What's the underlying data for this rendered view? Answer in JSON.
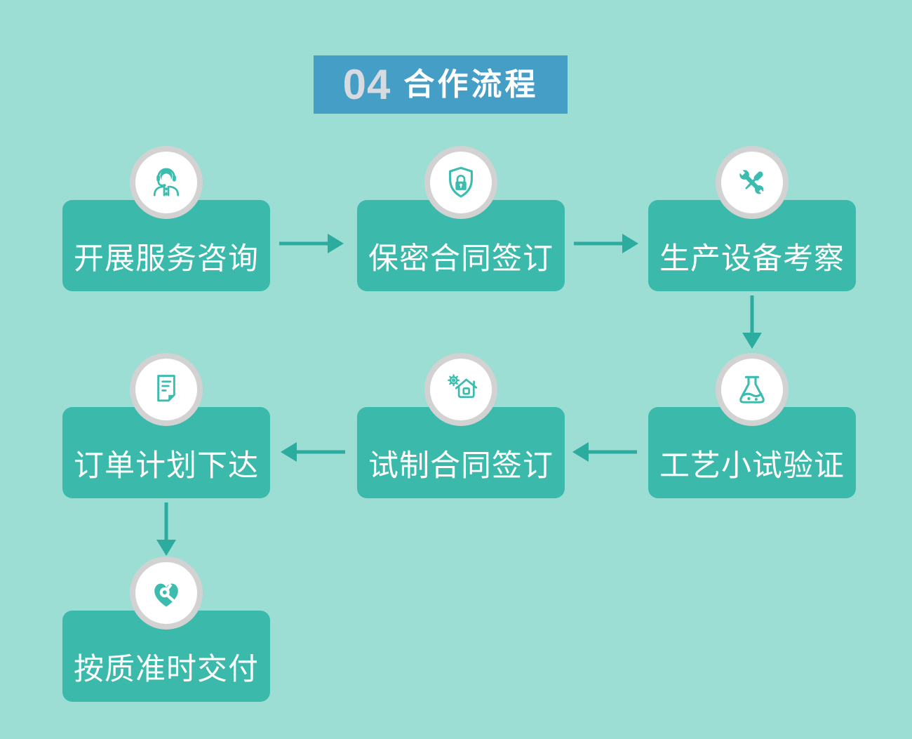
{
  "header": {
    "number": "04",
    "title": "合作流程"
  },
  "steps": [
    {
      "label": "开展服务咨询",
      "icon": "customer-service-icon"
    },
    {
      "label": "保密合同签订",
      "icon": "shield-lock-icon"
    },
    {
      "label": "生产设备考察",
      "icon": "wrench-screwdriver-icon"
    },
    {
      "label": "工艺小试验证",
      "icon": "flask-icon"
    },
    {
      "label": "试制合同签订",
      "icon": "house-gear-icon"
    },
    {
      "label": "订单计划下达",
      "icon": "document-icon"
    },
    {
      "label": "按质准时交付",
      "icon": "heart-link-icon"
    }
  ],
  "connections": [
    {
      "from": "开展服务咨询",
      "to": "保密合同签订",
      "direction": "right"
    },
    {
      "from": "保密合同签订",
      "to": "生产设备考察",
      "direction": "right"
    },
    {
      "from": "生产设备考察",
      "to": "工艺小试验证",
      "direction": "down"
    },
    {
      "from": "工艺小试验证",
      "to": "试制合同签订",
      "direction": "left"
    },
    {
      "from": "试制合同签订",
      "to": "订单计划下达",
      "direction": "left"
    },
    {
      "from": "订单计划下达",
      "to": "按质准时交付",
      "direction": "down"
    }
  ],
  "colors": {
    "background": "#9CDDD4",
    "banner": "#459EC6",
    "bannerNumber": "#D7DADE",
    "bannerTitle": "#FFFFFF",
    "box": "#3BBAAB",
    "boxText": "#FFFFFF",
    "circleRing": "#D2D2D2",
    "circleFill": "#FFFFFF",
    "icon": "#3BBCAE",
    "arrow": "#2BAC9E"
  }
}
